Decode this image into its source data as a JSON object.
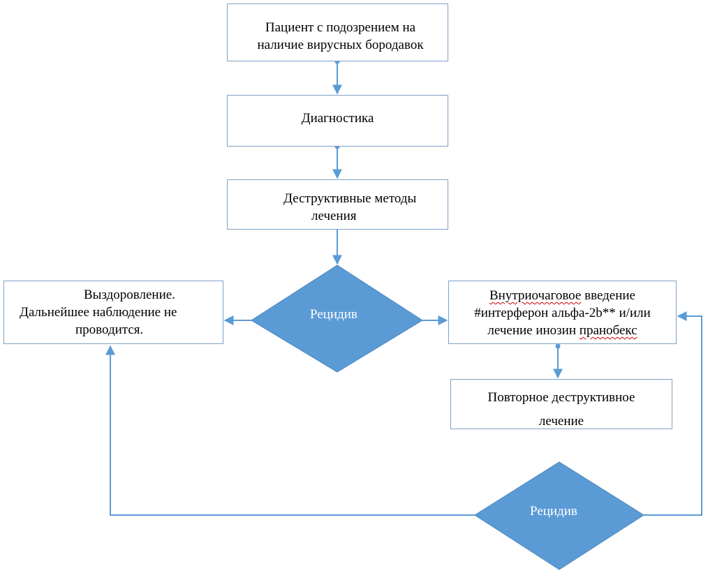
{
  "flowchart": {
    "patient": [
      "Пациент с подозрением на",
      "наличие вирусных бородавок"
    ],
    "diagnostics": "Диагностика",
    "destructive": [
      "Деструктивные методы",
      "лечения"
    ],
    "recurrence_1": "Рецидив",
    "recovery": [
      "Выздоровление.",
      "Дальнейшее наблюдение не",
      "проводится."
    ],
    "intralesional": {
      "line1_a": "Внутриочаговое",
      "line1_b": " введение",
      "line2": "#интерферон альфа-2b** и/или",
      "line3_a": "лечение инозин ",
      "line3_b": "пранобекс"
    },
    "repeat": [
      "Повторное деструктивное",
      "лечение"
    ],
    "recurrence_2": "Рецидив"
  },
  "colors": {
    "connector": "#5b9bd5",
    "diamond_fill": "#5b9bd5",
    "box_border": "#7ea0c8",
    "spellcheck_underline": "#d00000"
  }
}
